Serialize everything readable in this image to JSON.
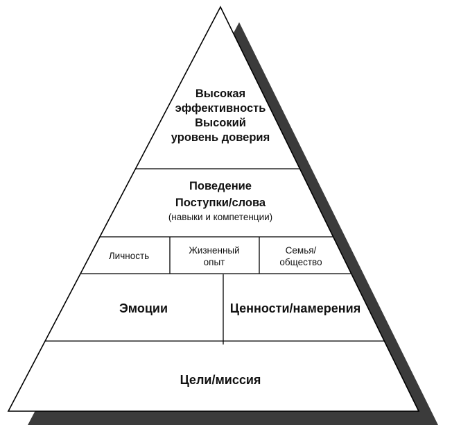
{
  "diagram": {
    "type": "pyramid",
    "levels": {
      "top": {
        "line1": "Высокая",
        "line2": "эффективность",
        "line3": "Высокий",
        "line4": "уровень доверия"
      },
      "behavior": {
        "line1": "Поведение",
        "line2": "Поступки/слова",
        "line3": "(навыки и компетенции)"
      },
      "factors": {
        "personality": "Личность",
        "experience_line1": "Жизненный",
        "experience_line2": "опыт",
        "family_line1": "Семья/",
        "family_line2": "общество"
      },
      "emotions_values": {
        "emotions": "Эмоции",
        "values": "Ценности/намерения"
      },
      "goals": {
        "label": "Цели/миссия"
      }
    },
    "colors": {
      "shadow": "#3b3b3b",
      "outline": "#000000",
      "fill": "#ffffff",
      "text": "#111111"
    }
  }
}
